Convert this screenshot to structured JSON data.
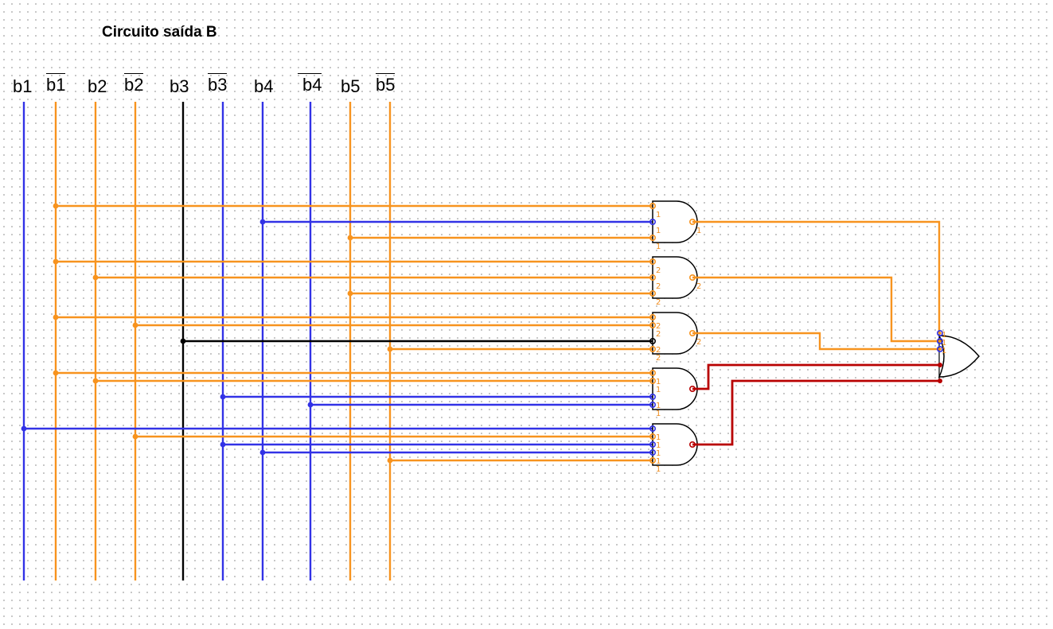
{
  "title": "Circuito saída B",
  "colors": {
    "orange": "#f7931e",
    "blue": "#3232e6",
    "black": "#000000",
    "red": "#b80000"
  },
  "inputs": [
    {
      "name": "b1",
      "negated": false,
      "color": "blue"
    },
    {
      "name": "b1",
      "negated": true,
      "color": "orange"
    },
    {
      "name": "b2",
      "negated": false,
      "color": "orange"
    },
    {
      "name": "b2",
      "negated": true,
      "color": "orange"
    },
    {
      "name": "b3",
      "negated": false,
      "color": "black"
    },
    {
      "name": "b3",
      "negated": true,
      "color": "blue"
    },
    {
      "name": "b4",
      "negated": false,
      "color": "blue"
    },
    {
      "name": "b4",
      "negated": true,
      "color": "blue"
    },
    {
      "name": "b5",
      "negated": false,
      "color": "orange"
    },
    {
      "name": "b5",
      "negated": true,
      "color": "orange"
    }
  ],
  "and_gates": [
    {
      "inputs": [
        1,
        6,
        8
      ],
      "output_color": "orange"
    },
    {
      "inputs": [
        1,
        2,
        8
      ],
      "output_color": "orange"
    },
    {
      "inputs": [
        1,
        3,
        4,
        9
      ],
      "output_color": "orange"
    },
    {
      "inputs": [
        1,
        2,
        5,
        7
      ],
      "output_color": "red"
    },
    {
      "inputs": [
        0,
        3,
        5,
        6,
        9
      ],
      "output_color": "red"
    }
  ],
  "gate_pin_labels": [
    {
      "input": "1",
      "output": "1"
    },
    {
      "input": "2",
      "output": "2"
    },
    {
      "input": "2",
      "output": "2"
    },
    {
      "input": "1",
      "output": ""
    },
    {
      "input": "1",
      "output": ""
    }
  ],
  "or_gate": {
    "inputs": 5
  }
}
